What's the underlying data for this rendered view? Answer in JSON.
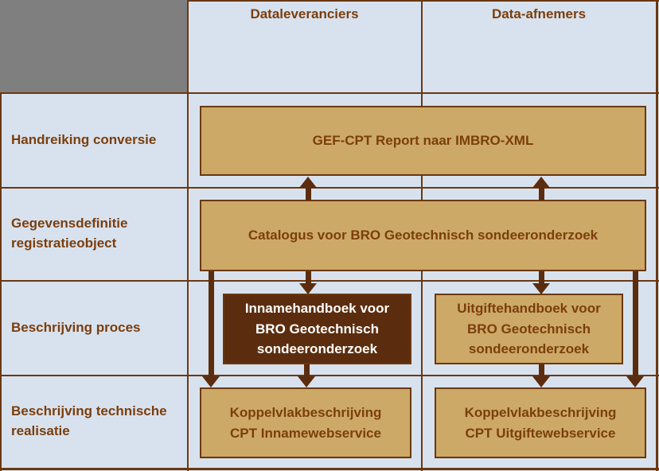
{
  "columns": {
    "dataleveranciers": "Dataleveranciers",
    "data_afnemers": "Data-afnemers"
  },
  "row_labels": {
    "handreiking": "Handreiking conversie",
    "gegevensdefinitie": "Gegevensdefinitie\nregistratieobject",
    "proces": "Beschrijving proces",
    "technische_realisatie": "Beschrijving technische\nrealisatie"
  },
  "boxes": {
    "gef": "GEF-CPT Report naar IMBRO-XML",
    "catalogus": "Catalogus voor BRO Geotechnisch sondeeronderzoek",
    "inname_handboek": "Innamehandboek voor\nBRO Geotechnisch\nsondeeronderzoek",
    "uitgifte_handboek": "Uitgiftehandboek voor\nBRO Geotechnisch\nsondeeronderzoek",
    "inname_koppelvlak": "Koppelvlakbeschrijving\nCPT Innamewebservice",
    "uitgifte_koppelvlak": "Koppelvlakbeschrijving\nCPT Uitgiftewebservice"
  },
  "colors": {
    "background_blue": "#D8E2EE",
    "corner_gray": "#7F7F7F",
    "grid_brown": "#6B3811",
    "box_tan": "#CDA967",
    "box_dark_brown": "#5B2D0E",
    "arrow_brown": "#5B2D0E",
    "text_brown": "#7B3E0D",
    "text_white": "#FFFFFF"
  }
}
